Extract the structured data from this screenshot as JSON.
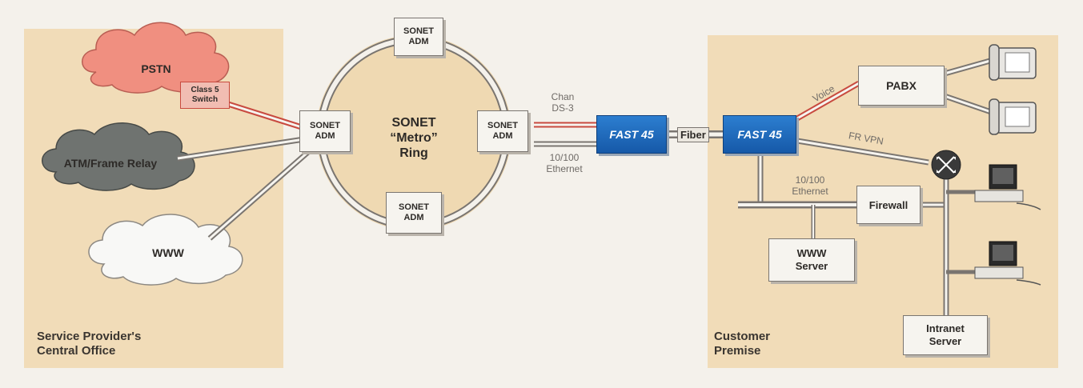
{
  "regions": {
    "central_office": "Service Provider's\nCentral Office",
    "customer_premise": "Customer\nPremise"
  },
  "clouds": {
    "pstn": "PSTN",
    "atm": "ATM/Frame Relay",
    "www": "WWW",
    "class5": "Class 5\nSwitch"
  },
  "ring": {
    "label": "SONET\n“Metro”\nRing",
    "adm_top": "SONET\nADM",
    "adm_left": "SONET\nADM",
    "adm_right": "SONET\nADM",
    "adm_bottom": "SONET\nADM"
  },
  "links": {
    "chan_ds3": "Chan\nDS-3",
    "ethernet_left": "10/100\nEthernet",
    "fiber": "Fiber",
    "voice": "Voice",
    "fr_vpn": "FR VPN",
    "ethernet_right": "10/100\nEthernet"
  },
  "devices": {
    "fast45_left": "FAST 45",
    "fast45_right": "FAST 45",
    "pabx": "PABX",
    "firewall": "Firewall",
    "www_server": "WWW\nServer",
    "intranet_server": "Intranet\nServer"
  },
  "colors": {
    "region": "#f1dcb8",
    "pstn_cloud": "#f08f80",
    "atm_cloud": "#6f7370",
    "www_cloud": "#f8f8f6",
    "fast45": "#1f6dbe",
    "voice_line": "#e07b70"
  }
}
